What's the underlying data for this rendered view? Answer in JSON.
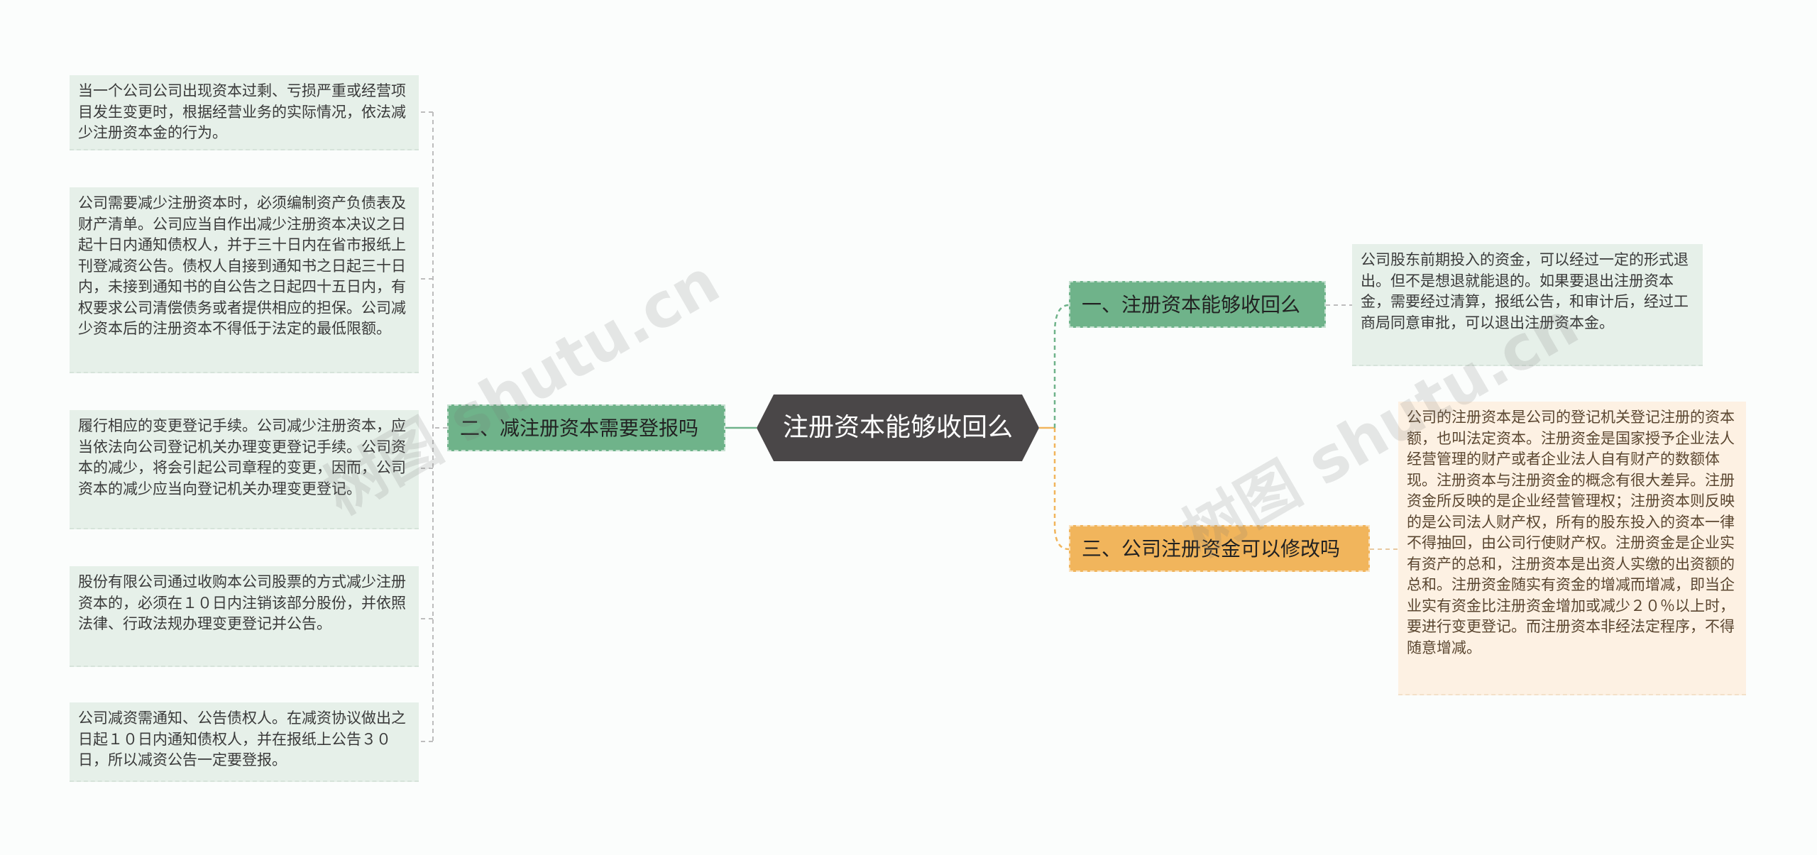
{
  "watermarks": [
    "树图 shutu.cn",
    "树图 shutu.cn"
  ],
  "root": {
    "label": "注册资本能够收回么"
  },
  "branches": [
    {
      "label": "一、注册资本能够收回么"
    },
    {
      "label": "二、减注册资本需要登报吗"
    },
    {
      "label": "三、公司注册资金可以修改吗"
    }
  ],
  "leaves": {
    "b1": [
      "公司股东前期投入的资金，可以经过一定的形式退出。但不是想退就能退的。如果要退出注册资本金，需要经过清算，报纸公告，和审计后，经过工商局同意审批，可以退出注册资本金。"
    ],
    "b2": [
      "当一个公司公司出现资本过剩、亏损严重或经营项目发生变更时，根据经营业务的实际情况，依法减少注册资本金的行为。",
      "公司需要减少注册资本时，必须编制资产负债表及财产清单。公司应当自作出减少注册资本决议之日起十日内通知债权人，并于三十日内在省市报纸上刊登减资公告。债权人自接到通知书之日起三十日内，未接到通知书的自公告之日起四十五日内，有权要求公司清偿债务或者提供相应的担保。公司减少资本后的注册资本不得低于法定的最低限额。",
      "履行相应的变更登记手续。公司减少注册资本，应当依法向公司登记机关办理变更登记手续。公司资本的减少，将会引起公司章程的变更，因而，公司资本的减少应当向登记机关办理变更登记。",
      "股份有限公司通过收购本公司股票的方式减少注册资本的，必须在１０日内注销该部分股份，并依照法律、行政法规办理变更登记并公告。",
      "公司减资需通知、公告债权人。在减资协议做出之日起１０日内通知债权人，并在报纸上公告３０日，所以减资公告一定要登报。"
    ],
    "b3": [
      "公司的注册资本是公司的登记机关登记注册的资本额，也叫法定资本。注册资金是国家授予企业法人经营管理的财产或者企业法人自有财产的数额体现。注册资本与注册资金的概念有很大差异。注册资金所反映的是企业经营管理权；注册资本则反映的是公司法人财产权，所有的股东投入的资本一律不得抽回，由公司行使财产权。注册资金是企业实有资产的总和，注册资本是出资人实缴的出资额的总和。注册资金随实有资金的增减而增减，即当企业实有资金比注册资金增加或减少２０％以上时，要进行变更登记。而注册资本非经法定程序，不得随意增减。"
    ]
  },
  "colors": {
    "root_bg": "#4a4748",
    "green_branch": "#6fb38a",
    "orange_branch": "#f1b55c",
    "green_leaf": "#e6f0e9",
    "orange_leaf": "#fdf1e3"
  }
}
